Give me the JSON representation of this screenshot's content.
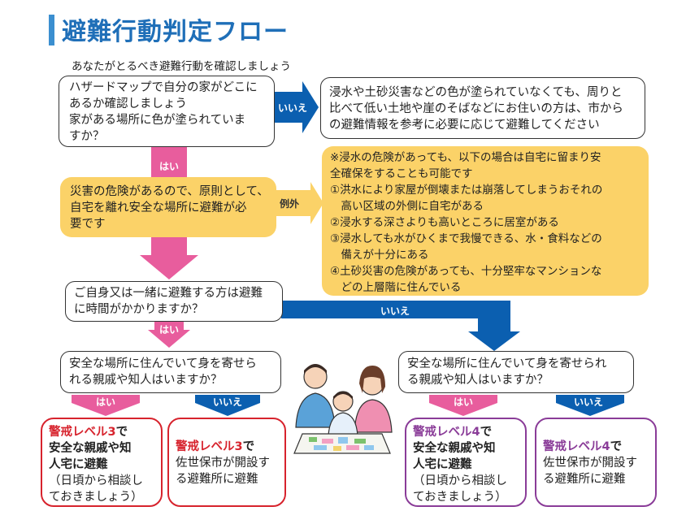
{
  "title": "避難行動判定フロー",
  "subtitle": "あなたがとるべき避難行動を確認しましょう",
  "q1": {
    "lines": [
      "ハザードマップで自分の家がどこに",
      "あるか確認しましょう",
      "家がある場所に色が塗られていま",
      "すか？"
    ]
  },
  "q1_no_label": "いいえ",
  "q1_no_result": {
    "lines": [
      "浸水や土砂災害などの色が塗られていなくても、周りと",
      "比べて低い土地や崖のそばなどにお住いの方は、市から",
      "の避難情報を参考に必要に応じて避難してください"
    ]
  },
  "q1_yes_label": "はい",
  "evac_box": {
    "lines": [
      "災害の危険があるので、原則として、",
      "自宅を離れ安全な場所に避難が必",
      "要です"
    ]
  },
  "exception_label": "例外",
  "exception_box": {
    "lines": [
      "※浸水の危険があっても、以下の場合は自宅に留まり安",
      "全確保をすることも可能です",
      "①洪水により家屋が倒壊または崩落してしまうおそれの",
      "　高い区域の外側に自宅がある",
      "②浸水する深さよりも高いところに居室がある",
      "③浸水しても水がひくまで我慢できる、水・食料などの",
      "　備えが十分にある",
      "④土砂災害の危険があっても、十分堅牢なマンションな",
      "　どの上層階に住んでいる"
    ]
  },
  "q2": {
    "lines": [
      "ご自身又は一緒に避難する方は避難",
      "に時間がかかりますか？"
    ]
  },
  "q2_yes_label": "はい",
  "q2_no_label": "いいえ",
  "q3_left": {
    "lines": [
      "安全な場所に住んでいて身を寄せら",
      "れる親戚や知人はいますか？"
    ]
  },
  "q3_right": {
    "lines": [
      "安全な場所に住んでいて身を寄せられ",
      "る親戚や知人はいますか？"
    ]
  },
  "yes_label": "はい",
  "no_label": "いいえ",
  "results": [
    {
      "level": "警戒レベル3",
      "suffix": "で",
      "main": [
        "安全な親戚や知",
        "人宅に避難"
      ],
      "note": [
        "（日頃から相談し",
        "ておきましょう）"
      ]
    },
    {
      "level": "警戒レベル3",
      "suffix": "で",
      "main": [
        "佐世保市が開設す",
        "る避難所に避難"
      ],
      "note": []
    },
    {
      "level": "警戒レベル4",
      "suffix": "で",
      "main": [
        "安全な親戚や知",
        "人宅に避難"
      ],
      "note": [
        "（日頃から相談し",
        "ておきましょう）"
      ]
    },
    {
      "level": "警戒レベル4",
      "suffix": "で",
      "main": [
        "佐世保市が開設す",
        "る避難所に避難"
      ],
      "note": []
    }
  ],
  "colors": {
    "pink": "#e85d9d",
    "blue": "#0b5fb0",
    "yellow": "#fbd268",
    "red": "#d7232d",
    "purple": "#8a3c98",
    "title_blue": "#1f6fb8"
  }
}
